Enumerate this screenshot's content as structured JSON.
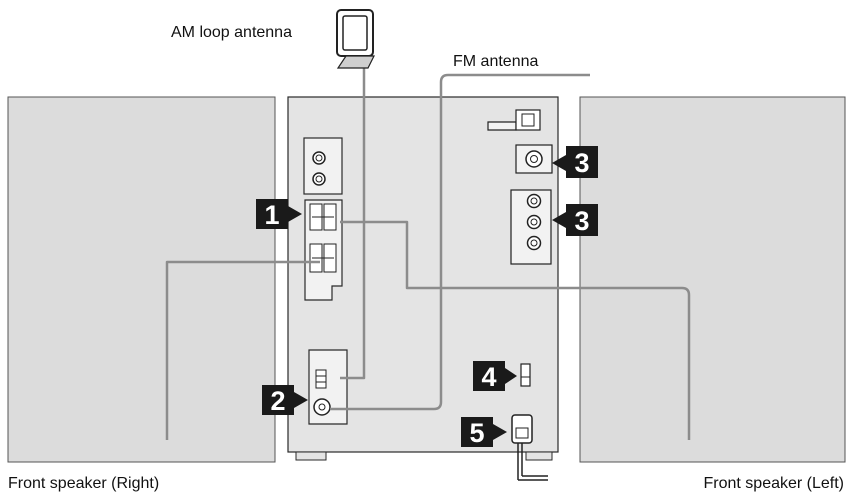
{
  "labels": {
    "am_loop_antenna": "AM loop antenna",
    "fm_antenna": "FM antenna",
    "front_speaker_right": "Front speaker (Right)",
    "front_speaker_left": "Front speaker (Left)"
  },
  "callouts": {
    "speaker_terminals": "1",
    "antenna_terminals": "2",
    "input_jack_top": "3",
    "input_jacks_middle": "3",
    "switch": "4",
    "power_cord": "5"
  },
  "colors": {
    "speaker_fill": "#dcdcdc",
    "unit_fill": "#e4e4e4",
    "cable": "#8c8c8c",
    "outline": "#2a2a2a",
    "callout_box": "#1a1a1a"
  }
}
